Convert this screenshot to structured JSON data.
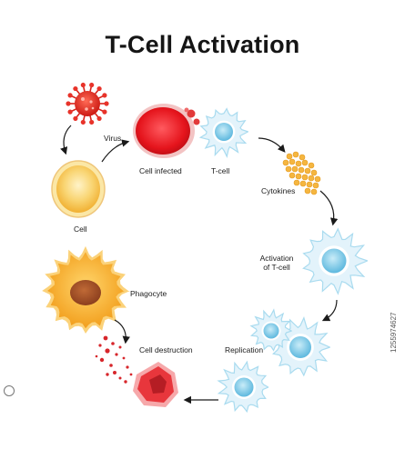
{
  "title": "T-Cell Activation",
  "labels": {
    "virus": "Virus",
    "cell": "Cell",
    "cell_infected": "Cell infected",
    "t_cell": "T-cell",
    "cytokines": "Cytokines",
    "activation_line1": "Activation",
    "activation_line2": "of T-cell",
    "replication": "Replication",
    "phagocyte": "Phagocyte",
    "cell_destruction": "Cell destruction"
  },
  "stock_id": "1255974627",
  "colors": {
    "virus": "#e0271f",
    "cell": "#f8c84e",
    "infected_cell": "#e5141c",
    "t_cell_nucleus": "#7fc9e6",
    "cytokines": "#f5b640",
    "phagocyte": "#f6a923",
    "phagocyte_nucleus": "#a9542a",
    "destroyed_cell": "#e8363c"
  }
}
